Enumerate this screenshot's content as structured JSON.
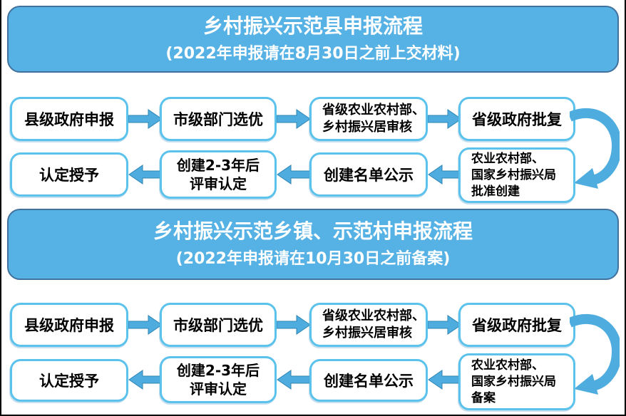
{
  "colors": {
    "header_fill": "#56B2E4",
    "header_border": "#41719C",
    "box_border": "#5BC2EC",
    "box_fill": "#FFFFFF",
    "arrow_fill": "#4FACDF",
    "arrow_stroke": "#2E86B5",
    "text": "#000000",
    "header_text": "#FFFFFF",
    "frame_border": "#000000"
  },
  "sections": [
    {
      "title": "乡村振兴示范县申报流程",
      "subtitle": "(2022年申报请在8月30日之前上交材料)",
      "row1": [
        {
          "lines": [
            "县级政府申报"
          ]
        },
        {
          "lines": [
            "市级部门选优"
          ]
        },
        {
          "lines": [
            "省级农业农村部、",
            "乡村振兴居审核"
          ]
        },
        {
          "lines": [
            "省级政府批复"
          ]
        }
      ],
      "row2": [
        {
          "lines": [
            "认定授予"
          ]
        },
        {
          "lines": [
            "创建2-3年后",
            "评审认定"
          ]
        },
        {
          "lines": [
            "创建名单公示"
          ]
        },
        {
          "lines": [
            "农业农村部、",
            "国家乡村振兴局",
            "批准创建"
          ]
        }
      ]
    },
    {
      "title": "乡村振兴示范乡镇、示范村申报流程",
      "subtitle": "(2022年申报请在10月30日之前备案)",
      "row1": [
        {
          "lines": [
            "县级政府申报"
          ]
        },
        {
          "lines": [
            "市级部门选优"
          ]
        },
        {
          "lines": [
            "省级农业农村部、",
            "乡村振兴居审核"
          ]
        },
        {
          "lines": [
            "省级政府批复"
          ]
        }
      ],
      "row2": [
        {
          "lines": [
            "认定授予"
          ]
        },
        {
          "lines": [
            "创建2-3年后",
            "评审认定"
          ]
        },
        {
          "lines": [
            "创建名单公示"
          ]
        },
        {
          "lines": [
            "农业农村部、",
            "国家乡村振兴局",
            "备案"
          ]
        }
      ]
    }
  ]
}
